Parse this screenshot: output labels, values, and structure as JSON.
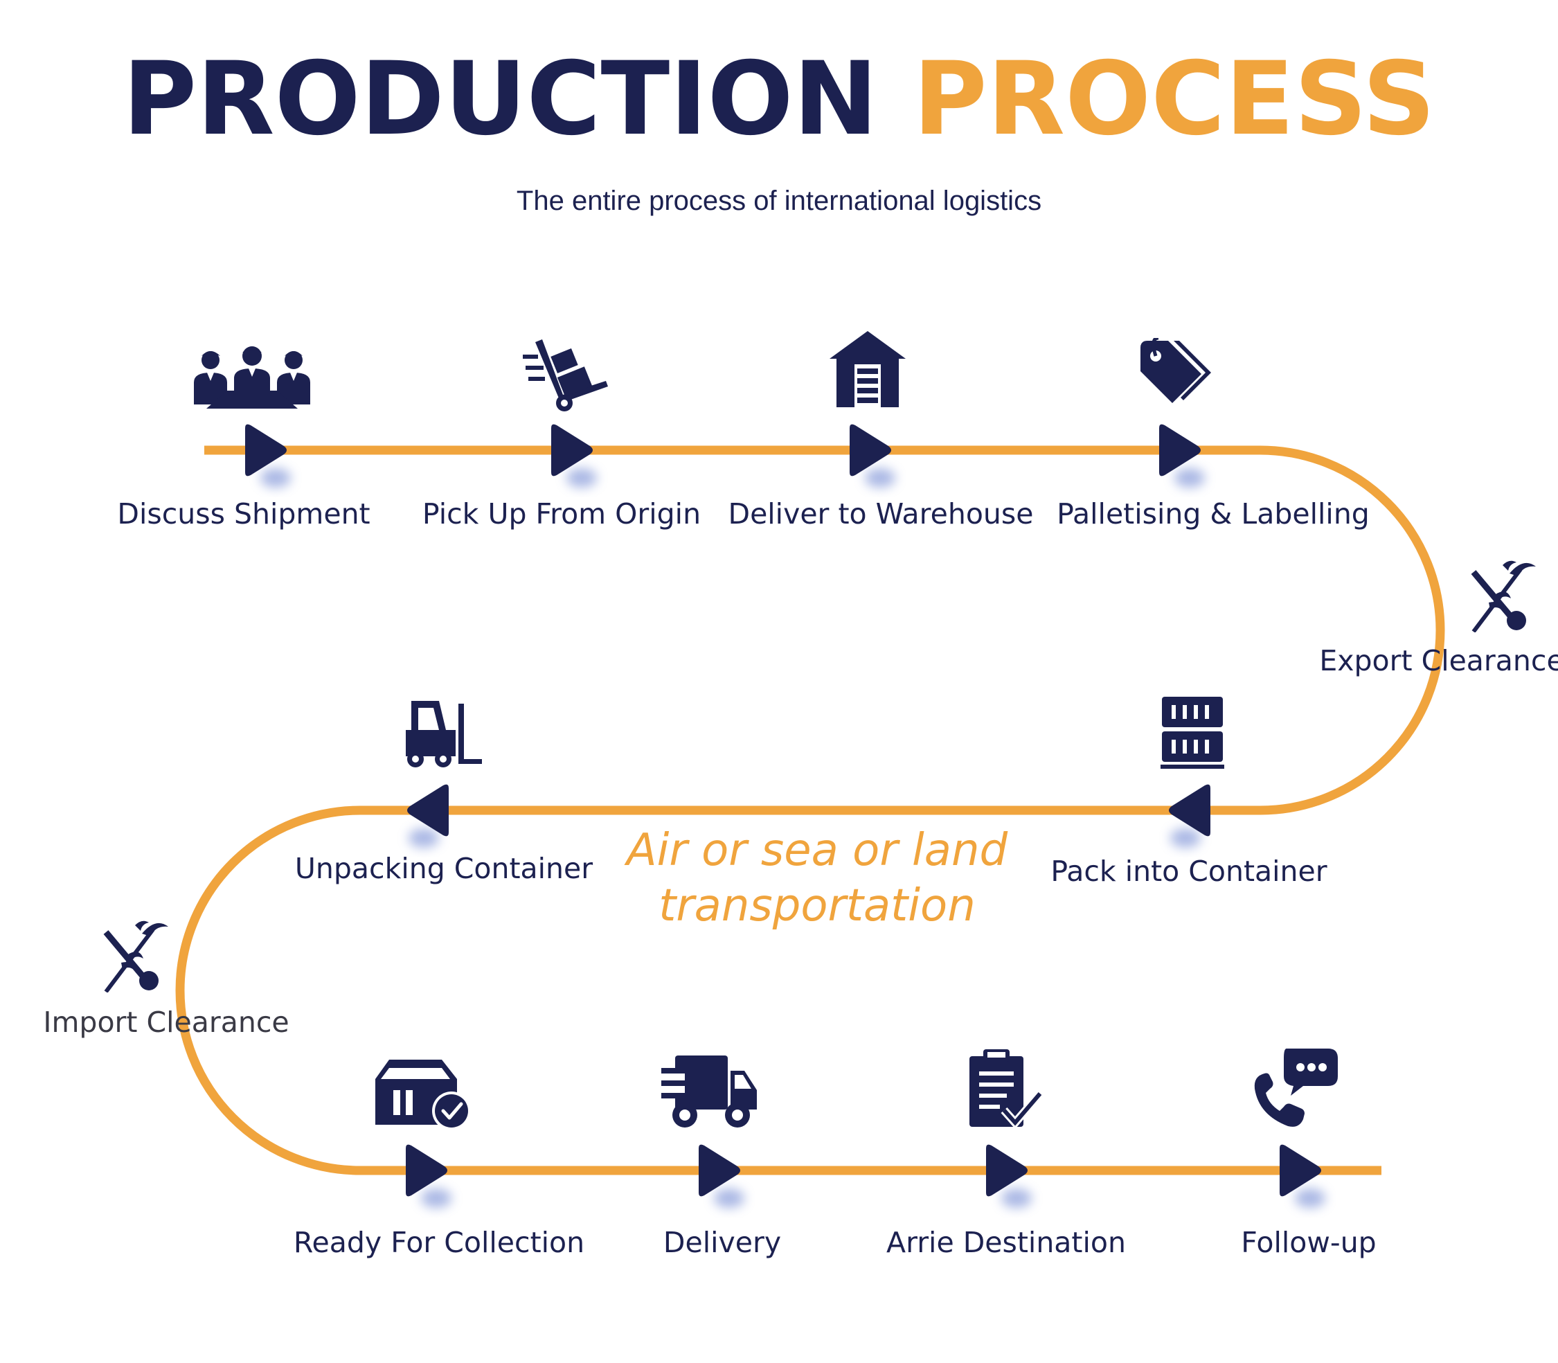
{
  "header": {
    "title_part1": "PRODUCTION",
    "title_part2": "PROCESS",
    "subtitle": "The entire process of international logistics"
  },
  "colors": {
    "navy": "#1c2150",
    "orange": "#f0a43d",
    "shadow": "#8ea0dc"
  },
  "steps": [
    {
      "label": "Discuss Shipment",
      "icon": "meeting-people-icon"
    },
    {
      "label": "Pick Up From Origin",
      "icon": "hand-truck-icon"
    },
    {
      "label": "Deliver to Warehouse",
      "icon": "warehouse-icon"
    },
    {
      "label": "Palletising & Labelling",
      "icon": "price-tag-icon"
    },
    {
      "label": "Export Clearance",
      "icon": "customs-caduceus-icon"
    },
    {
      "label": "Pack into Container",
      "icon": "shipping-container-icon"
    },
    {
      "label": "Unpacking Container",
      "icon": "forklift-icon"
    },
    {
      "label": "Import Clearance",
      "icon": "customs-caduceus-icon"
    },
    {
      "label": "Ready For Collection",
      "icon": "store-check-icon"
    },
    {
      "label": "Delivery",
      "icon": "delivery-truck-icon"
    },
    {
      "label": "Arrie Destination",
      "icon": "clipboard-check-icon"
    },
    {
      "label": "Follow-up",
      "icon": "phone-chat-icon"
    }
  ],
  "transport_mode": {
    "line1": "Air or sea or land",
    "line2": "transportation"
  }
}
